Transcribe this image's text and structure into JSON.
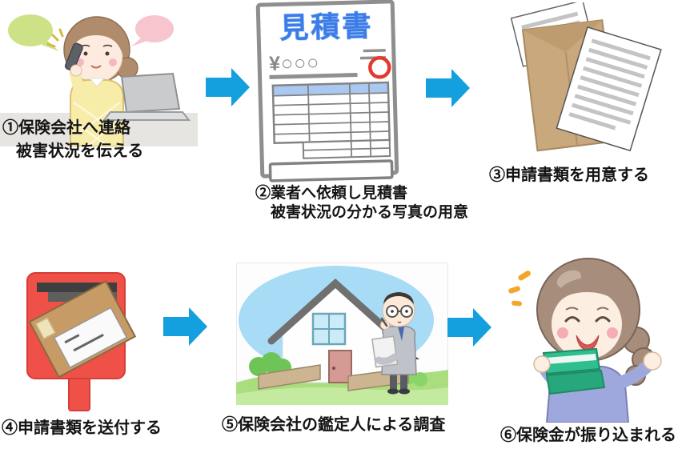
{
  "diagram": {
    "description_note": "insurance-claim-procedure-flow",
    "steps": [
      {
        "line1": "①保険会社へ連絡",
        "line2": "被害状況を伝える",
        "illustration": "woman-calling-on-phone"
      },
      {
        "line1": "②業者へ依頼し見積書",
        "line2": "被害状況の分かる写真の用意",
        "illustration": "estimate-document"
      },
      {
        "line1": "③申請書類を用意する",
        "line2": "",
        "illustration": "envelope-with-documents"
      },
      {
        "line1": "④申請書類を送付する",
        "line2": "",
        "illustration": "red-postbox"
      },
      {
        "line1": "⑤保険会社の鑑定人による調査",
        "line2": "",
        "illustration": "house-inspection-by-appraiser"
      },
      {
        "line1": "⑥保険金が振り込まれる",
        "line2": "",
        "illustration": "happy-woman-with-passbook"
      }
    ],
    "estimate_document": {
      "title": "見積書",
      "amount": "¥○○○"
    },
    "colors": {
      "arrow_blue": "#14A0DF",
      "estimate_title_blue": "#3B7CE8",
      "table_header_blue": "#A9C9F1",
      "stamp_red": "#E23A30",
      "postbox_red": "#EF5148",
      "envelope_brown": "#C9A87E",
      "passbook_green": "#2FBE8E",
      "sky_blue": "#A8DBF5",
      "grass_green": "#A9DD7E"
    }
  }
}
